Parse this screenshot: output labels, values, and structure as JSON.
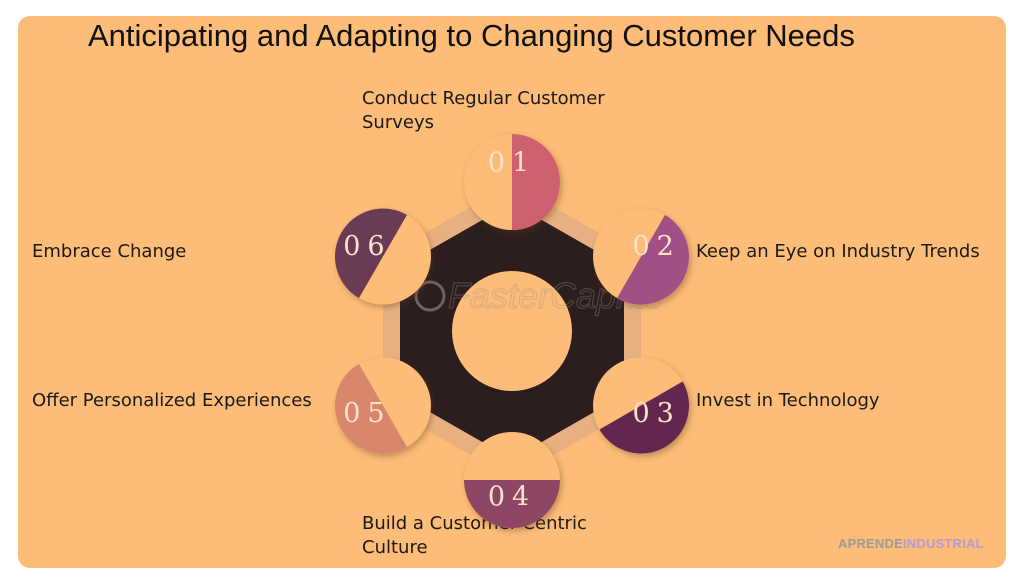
{
  "title": "Anticipating and Adapting to Changing Customer Needs",
  "steps": [
    {
      "number": "01",
      "label": "Conduct Regular Customer Surveys",
      "color": "#cf6070"
    },
    {
      "number": "02",
      "label": "Keep an Eye on Industry Trends",
      "color": "#a24f85"
    },
    {
      "number": "03",
      "label": "Invest in Technology",
      "color": "#64274f"
    },
    {
      "number": "04",
      "label": "Build a Customer-Centric Culture",
      "color": "#8d4665"
    },
    {
      "number": "05",
      "label": "Offer Personalized Experiences",
      "color": "#d8866c"
    },
    {
      "number": "06",
      "label": "Embrace Change",
      "color": "#6b3a55"
    }
  ],
  "colors": {
    "background": "#fdbc78",
    "hub": "#2c1e1e",
    "center": "#fdbc78"
  },
  "watermark": "FasterCapital",
  "brand": {
    "part1": "APRENDE",
    "part2": "INDUSTRIAL"
  }
}
